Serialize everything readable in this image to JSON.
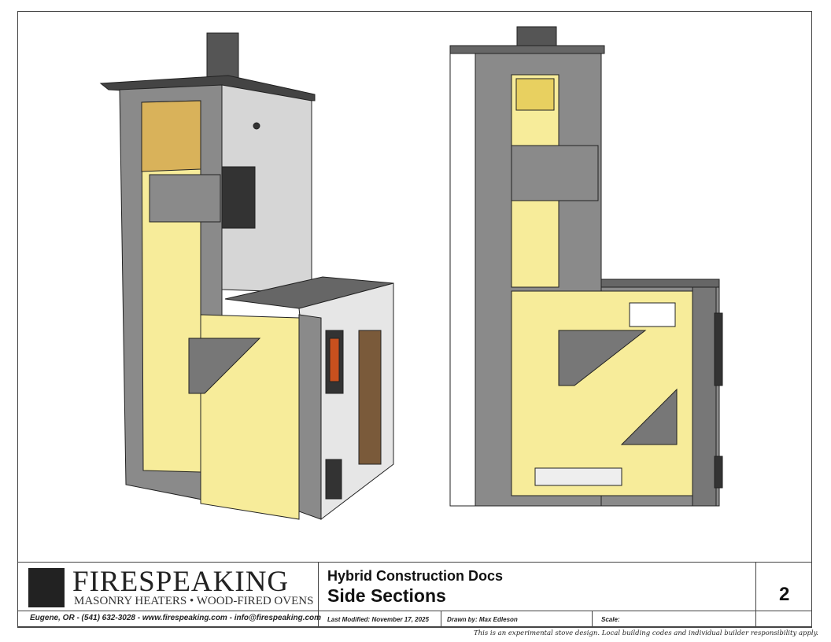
{
  "title_block": {
    "brand": "FIRESPEAKING",
    "tagline": "MASONRY HEATERS • WOOD-FIRED OVENS",
    "contact": "Eugene, OR - (541) 632-3028 - www.firespeaking.com - info@firespeaking.com",
    "doc_title": "Hybrid Construction Docs",
    "sheet_title": "Side Sections",
    "sheet_number": "2",
    "last_modified": "Last Modified: November 17, 2025",
    "drawn_by": "Drawn by:  Max Edleson",
    "scale": "Scale:"
  },
  "disclaimer": "This is an experimental stove design. Local building codes and individual builder responsibility apply.",
  "colors": {
    "masonry": "#8a8a8a",
    "firebrick": "#f7ec9a",
    "firebrick_shade": "#d9b25a",
    "dark": "#444444",
    "plaster": "#e2e2e2"
  }
}
